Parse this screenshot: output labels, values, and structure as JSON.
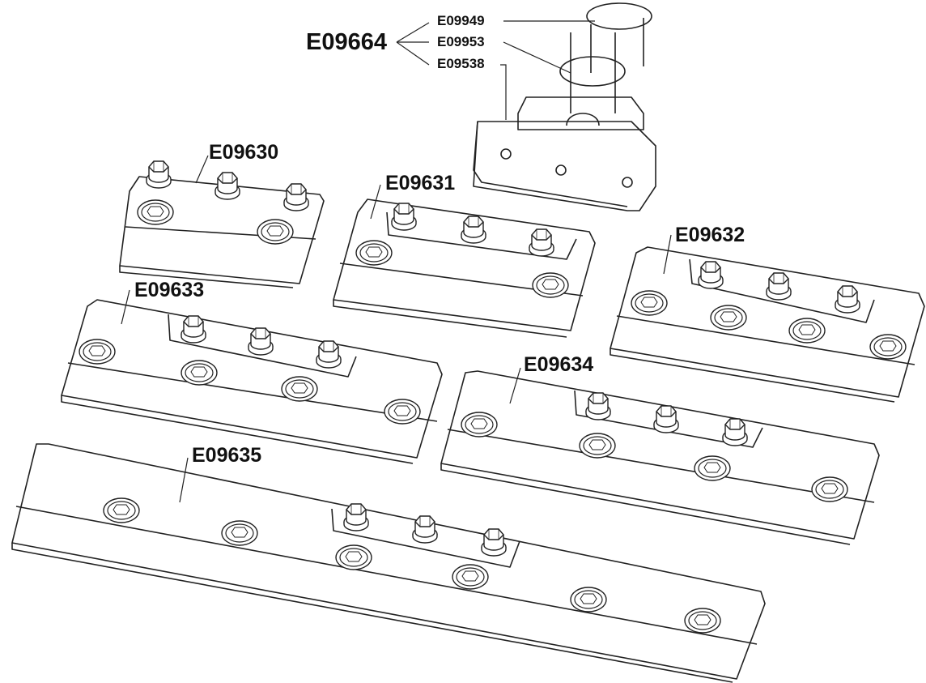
{
  "labels": {
    "e09664": "E09664",
    "e09949": "E09949",
    "e09953": "E09953",
    "e09538": "E09538",
    "e09630": "E09630",
    "e09631": "E09631",
    "e09632": "E09632",
    "e09633": "E09633",
    "e09634": "E09634",
    "e09635": "E09635"
  },
  "colors": {
    "line": "#222222",
    "fill": "#ffffff",
    "shadow": "#1a1a1a"
  },
  "icons": [
    "hex-bolt-icon",
    "countersunk-hole-icon",
    "mounting-post-icon"
  ]
}
